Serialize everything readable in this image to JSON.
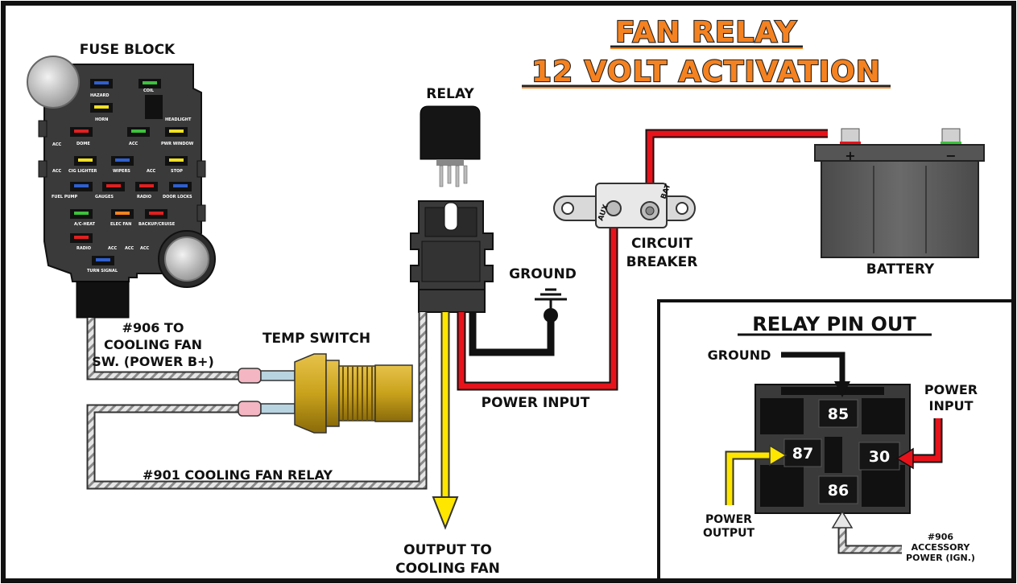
{
  "title": {
    "line1": "FAN RELAY",
    "line2": "12 VOLT ACTIVATION"
  },
  "labels": {
    "fuse_block": "FUSE BLOCK",
    "relay": "RELAY",
    "ground": "GROUND",
    "circuit_breaker_1": "CIRCUIT",
    "circuit_breaker_2": "BREAKER",
    "battery": "BATTERY",
    "temp_switch": "TEMP SWITCH",
    "wire_906_1": "#906 TO",
    "wire_906_2": "COOLING FAN",
    "wire_906_3": "SW. (POWER B+)",
    "wire_901": "#901 COOLING FAN RELAY",
    "power_input": "POWER INPUT",
    "output_1": "OUTPUT TO",
    "output_2": "COOLING FAN",
    "breaker_aux": "AUX",
    "breaker_bat": "BAT",
    "battery_pos": "+",
    "battery_neg": "−"
  },
  "fuse_labels": {
    "hazard": "HAZARD",
    "coil": "COIL",
    "horn": "HORN",
    "dome": "DOME",
    "acc": "ACC",
    "headlight": "HEADLIGHT",
    "pwr_window": "PWR WINDOW",
    "cig_lighter": "CIG LIGHTER",
    "wipers": "WIPERS",
    "stop": "STOP",
    "fuel_pump": "FUEL PUMP",
    "gauges": "GAUGES",
    "radio": "RADIO",
    "door_locks": "DOOR LOCKS",
    "ac_heat": "A/C-HEAT",
    "elec_fan": "ELEC FAN",
    "backup_cruise": "BACKUP/CRUISE",
    "radio2": "RADIO",
    "turn_signal": "TURN SIGNAL"
  },
  "pinout": {
    "title": "RELAY PIN OUT",
    "ground": "GROUND",
    "power_input_1": "POWER",
    "power_input_2": "INPUT",
    "power_output_1": "POWER",
    "power_output_2": "OUTPUT",
    "acc_1": "#906",
    "acc_2": "ACCESSORY",
    "acc_3": "POWER (IGN.)",
    "pins": [
      "85",
      "87",
      "30",
      "86"
    ]
  },
  "colors": {
    "title_orange": "#f58220",
    "wire_red": "#e8121b",
    "wire_yellow": "#ffe600",
    "wire_black": "#111111",
    "wire_gray": "#bdbdbd",
    "battery_gray": "#595959",
    "relay_black": "#151515",
    "brass": "#c9a21c"
  }
}
